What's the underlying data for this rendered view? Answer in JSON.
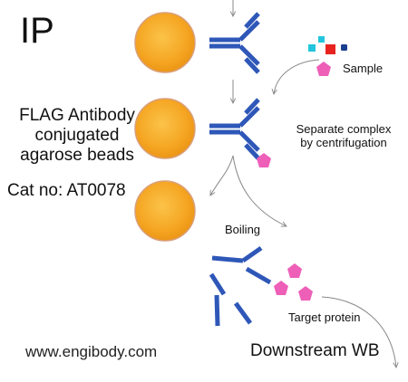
{
  "title": "IP",
  "product": {
    "label_lines": [
      "FLAG Antibody",
      "conjugated",
      "agarose beads"
    ],
    "catalog": "Cat no: AT0078"
  },
  "steps": {
    "sample": "Sample",
    "separate": "Separate complex by centrifugation",
    "boiling": "Boiling",
    "target": "Target protein",
    "downstream": "Downstream WB"
  },
  "footer": {
    "website": "www.engibody.com"
  },
  "colors": {
    "bead_fill": "#f5a623",
    "bead_stroke": "#d9a07a",
    "antibody": "#2e57b8",
    "target_protein": "#ee5fb8",
    "sample_red": "#e8231f",
    "sample_cyan": "#22c5dc",
    "sample_navy": "#1a3f8f",
    "arrow": "#888888"
  }
}
